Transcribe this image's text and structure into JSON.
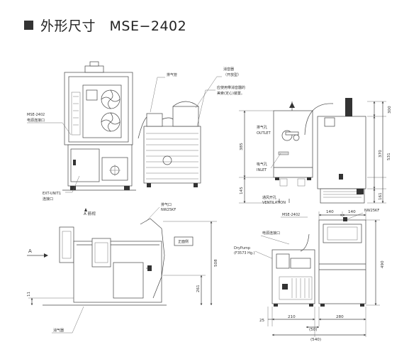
{
  "header": {
    "title": "外形尺寸　MSE−2402"
  },
  "labels": {
    "mse2402_power": [
      "MSE-2402",
      "电源连接口"
    ],
    "exhaust_pipe": "排气管",
    "muffler": [
      "消音器",
      "（开放型）"
    ],
    "muffler_note": [
      "应使用带消音器的",
      "美索(定心)装置。"
    ],
    "ext_unit": [
      "EXT-UNIT1",
      "连接口"
    ],
    "exhaust_port": [
      "排气孔",
      "OUTLET"
    ],
    "intake_port": [
      "吸气孔",
      "INLET"
    ],
    "ventilation": [
      "通风开孔",
      "VENTILATION"
    ],
    "arrow_view": "A 箭视",
    "front_view": "正面侧",
    "exhaust_nw25": [
      "排气口",
      "NW25KF"
    ],
    "exhaust_nw25_small": "NW25KF",
    "mse2402_small": "MSE-2402",
    "power_port_small": "电源连接口",
    "drypump": [
      "DryPump",
      "(F3573 Hg.)"
    ],
    "muffler_small": "消气器",
    "A": "A"
  },
  "dimensions": {
    "top_right_v": [
      "300",
      "370",
      "531",
      "161"
    ],
    "top_mid_v": [
      "385",
      "145"
    ],
    "bot_left_v": [
      "11",
      "261",
      "508"
    ],
    "bot_right_v": [
      "490"
    ],
    "bot_right_top_h": [
      "140",
      "140"
    ],
    "bot_right_bottom_h": [
      "25",
      "210",
      "280",
      "(50)",
      "(540)"
    ]
  }
}
